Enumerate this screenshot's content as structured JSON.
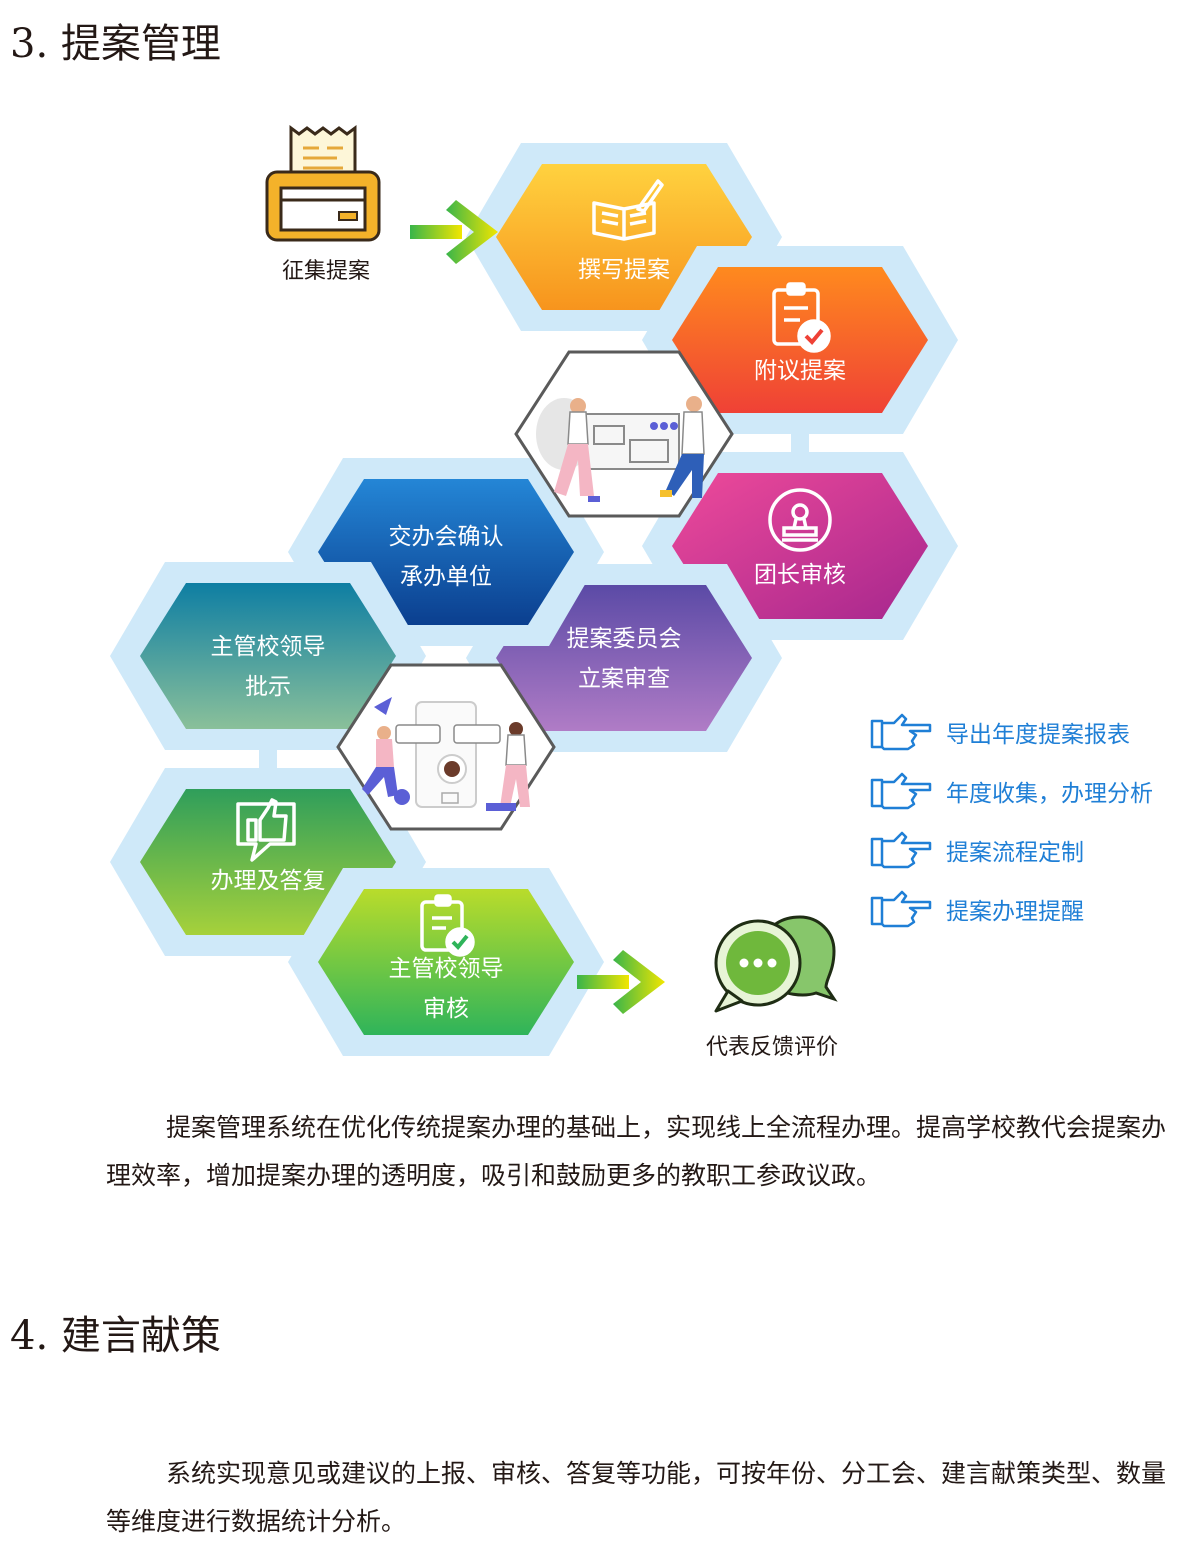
{
  "sections": [
    {
      "number": "3.",
      "title": "提案管理",
      "paragraph": "提案管理系统在优化传统提案办理的基础上，实现线上全流程办理。提高学校教代会提案办理效率，增加提案办理的透明度，吸引和鼓励更多的教职工参政议政。"
    },
    {
      "number": "4.",
      "title": "建言献策",
      "paragraph": "系统实现意见或建议的上报、审核、答复等功能，可按年份、分工会、建言献策类型、数量等维度进行数据统计分析。"
    }
  ],
  "flow": {
    "start": {
      "label": "征集提案",
      "icon": "printer-receipt-icon"
    },
    "end": {
      "label": "代表反馈评价",
      "icon": "chat-bubbles-icon"
    },
    "steps": [
      {
        "id": "write",
        "lines": [
          "撰写提案"
        ],
        "icon": "book-quill-icon",
        "gradient": [
          "#ffd23f",
          "#f7941d"
        ]
      },
      {
        "id": "second",
        "lines": [
          "附议提案"
        ],
        "icon": "clipboard-check-icon",
        "gradient": [
          "#ff8a1e",
          "#ef4136"
        ]
      },
      {
        "id": "leader",
        "lines": [
          "团长审核"
        ],
        "icon": "stamp-icon",
        "gradient": [
          "#ee4a9a",
          "#a6278e"
        ]
      },
      {
        "id": "committee",
        "lines": [
          "提案委员会",
          "立案审查"
        ],
        "icon": "",
        "gradient": [
          "#5b4aa6",
          "#b07cc6"
        ]
      },
      {
        "id": "assign",
        "lines": [
          "交办会确认",
          "承办单位"
        ],
        "icon": "",
        "gradient": [
          "#2486d6",
          "#0b3f8f"
        ]
      },
      {
        "id": "approve",
        "lines": [
          "主管校领导",
          "批示"
        ],
        "icon": "",
        "gradient": [
          "#0e7ea3",
          "#8ac09a"
        ]
      },
      {
        "id": "handle",
        "lines": [
          "办理及答复"
        ],
        "icon": "thumbs-up-icon",
        "gradient": [
          "#2f9e5b",
          "#a6d13b"
        ]
      },
      {
        "id": "review",
        "lines": [
          "主管校领导",
          "审核"
        ],
        "icon": "clipboard-check-icon",
        "gradient": [
          "#b9dc2b",
          "#2fb45a"
        ]
      }
    ]
  },
  "features": [
    {
      "text": "导出年度提案报表",
      "icon": "pointing-hand-icon"
    },
    {
      "text": "年度收集，办理分析",
      "icon": "pointing-hand-icon"
    },
    {
      "text": "提案流程定制",
      "icon": "pointing-hand-icon"
    },
    {
      "text": "提案办理提醒",
      "icon": "pointing-hand-icon"
    }
  ],
  "colors": {
    "hex_halo": "#cfe9f9",
    "arrow_start": "#39b54a",
    "arrow_end": "#f2e600",
    "feature_blue": "#1f7fd6",
    "text": "#231815"
  }
}
